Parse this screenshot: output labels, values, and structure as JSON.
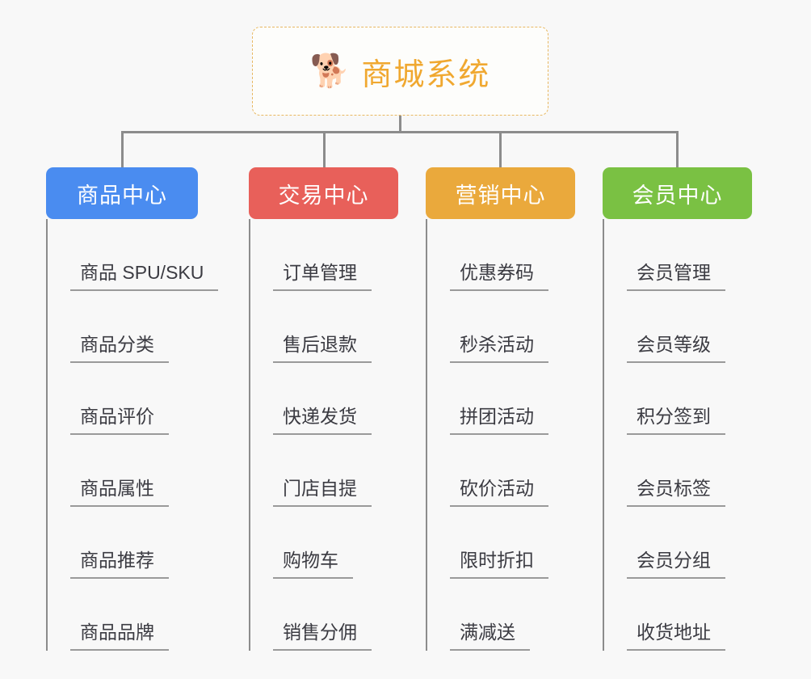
{
  "background_color": "#f8f8f8",
  "root": {
    "icon": "shiba-inu-dog-face-emoji",
    "emoji": "🐕",
    "title": "商城系统",
    "text_color": "#f0a830",
    "border_color": "#e8b861"
  },
  "connector_color": "#8c8c8c",
  "branches": [
    {
      "label": "商品中心",
      "color": "#4a8cf0",
      "items": [
        "商品 SPU/SKU",
        "商品分类",
        "商品评价",
        "商品属性",
        "商品推荐",
        "商品品牌"
      ]
    },
    {
      "label": "交易中心",
      "color": "#e8605a",
      "items": [
        "订单管理",
        "售后退款",
        "快递发货",
        "门店自提",
        "购物车",
        "销售分佣"
      ]
    },
    {
      "label": "营销中心",
      "color": "#eaa93c",
      "items": [
        "优惠券码",
        "秒杀活动",
        "拼团活动",
        "砍价活动",
        "限时折扣",
        "满减送"
      ]
    },
    {
      "label": "会员中心",
      "color": "#7ac143",
      "items": [
        "会员管理",
        "会员等级",
        "积分签到",
        "会员标签",
        "会员分组",
        "收货地址"
      ]
    }
  ]
}
